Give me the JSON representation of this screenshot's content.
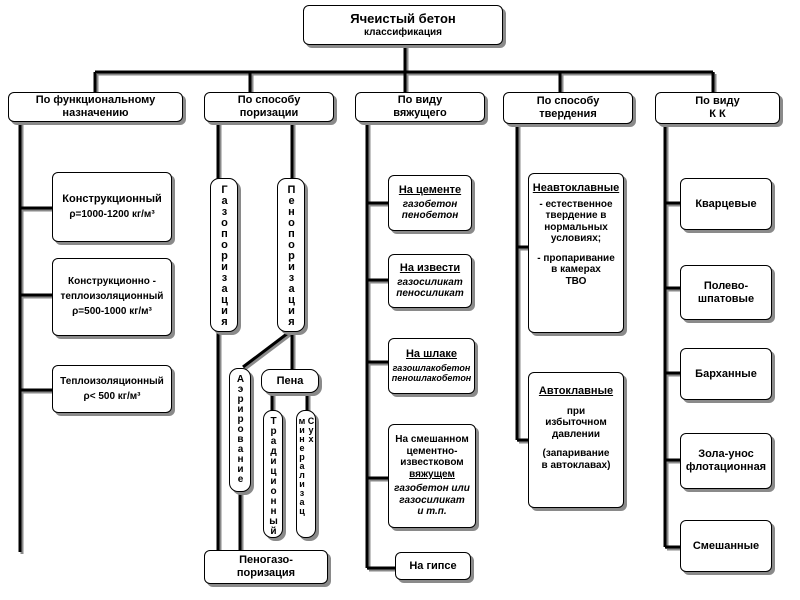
{
  "root": {
    "title": "Ячеистый бетон",
    "subtitle": "классификация"
  },
  "functional": {
    "header": [
      "По функциональному",
      "назначению"
    ],
    "items": [
      {
        "name": "Конструкционный",
        "density": "ρ=1000-1200 кг/м³"
      },
      {
        "name": "Конструкционно -",
        "name2": "теплоизоляционный",
        "density": "ρ=500-1000 кг/м³"
      },
      {
        "name": "Теплоизоляционный",
        "density": "ρ< 500 кг/м³"
      }
    ]
  },
  "porization": {
    "header": [
      "По способу",
      "поризации"
    ],
    "gas": "Газопоризация",
    "foam": "Пенопоризация",
    "aeration": "Аэрирование",
    "pena": "Пена",
    "traditional": "Традиционный",
    "dry_mineral": "Сух минерализац",
    "foam_gas": [
      "Пеногазо-",
      "поризация"
    ]
  },
  "binder": {
    "header": [
      "По виду",
      "вяжущего"
    ],
    "items": [
      {
        "title": "На цементе",
        "examples": [
          "газобетон",
          "пенобетон"
        ]
      },
      {
        "title": "На извести",
        "examples": [
          "газосиликат",
          "пеносиликат"
        ]
      },
      {
        "title": "На шлаке",
        "examples": [
          "газошлакобетон",
          "пеношлакобетон"
        ]
      },
      {
        "title_lines": [
          "На смешанном",
          "цементно-",
          "известковом",
          "вяжущем"
        ],
        "examples": [
          "газобетон или",
          "газосиликат",
          "и т.п."
        ]
      },
      {
        "title": "На гипсе"
      }
    ]
  },
  "hardening": {
    "header": [
      "По способу",
      "твердения"
    ],
    "non_autoclave": {
      "title": "Неавтоклавные",
      "lines": [
        "- естественное",
        "твердение в",
        "нормальных",
        "условиях;",
        "- пропаривание",
        "в камерах",
        "ТВО"
      ]
    },
    "autoclave": {
      "title": "Автоклавные",
      "lines": [
        "при",
        "избыточном",
        "давлении",
        "(запаривание",
        "в автоклавах)"
      ]
    }
  },
  "kk": {
    "header": [
      "По виду",
      "К К"
    ],
    "items": [
      {
        "label": "Кварцевые"
      },
      {
        "label": [
          "Полево-",
          "шпатовые"
        ]
      },
      {
        "label": "Барханные"
      },
      {
        "label": [
          "Зола-унос",
          "флотационная"
        ]
      },
      {
        "label": "Смешанные"
      }
    ]
  }
}
